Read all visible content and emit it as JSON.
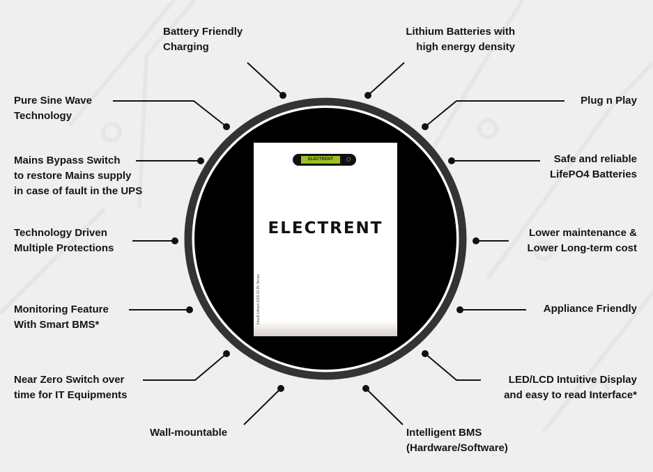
{
  "product": {
    "display_text": "ELECTRENT",
    "brand": "ELECTRENT",
    "series_text": "Inbuilt Lithium ESS 12.8V Series"
  },
  "features": {
    "battery_friendly": [
      "Battery Friendly",
      "Charging"
    ],
    "lithium": [
      "Lithium Batteries with",
      "high energy density"
    ],
    "pure_sine": [
      "Pure Sine Wave",
      "Technology"
    ],
    "plug_play": [
      "Plug n Play"
    ],
    "mains_bypass": [
      "Mains Bypass Switch",
      "to restore Mains supply",
      "in case of fault in the UPS"
    ],
    "safe": [
      "Safe and reliable",
      "LifePO4 Batteries"
    ],
    "tech_driven": [
      "Technology Driven",
      "Multiple Protections"
    ],
    "lower_maint": [
      "Lower maintenance &",
      "Lower Long-term cost"
    ],
    "monitoring": [
      "Monitoring Feature",
      "With Smart BMS*"
    ],
    "appliance": [
      "Appliance Friendly"
    ],
    "near_zero": [
      "Near Zero Switch over",
      "time for IT Equipments"
    ],
    "led_lcd": [
      "LED/LCD Intuitive Display",
      "and easy to read Interface*"
    ],
    "wall": [
      "Wall-mountable"
    ],
    "bms": [
      "Intelligent BMS",
      "(Hardware/Software)"
    ]
  },
  "colors": {
    "background": "#efefef",
    "ring": "#333333",
    "disc": "#000000",
    "text": "#151515",
    "lcd": "#9cc020"
  }
}
